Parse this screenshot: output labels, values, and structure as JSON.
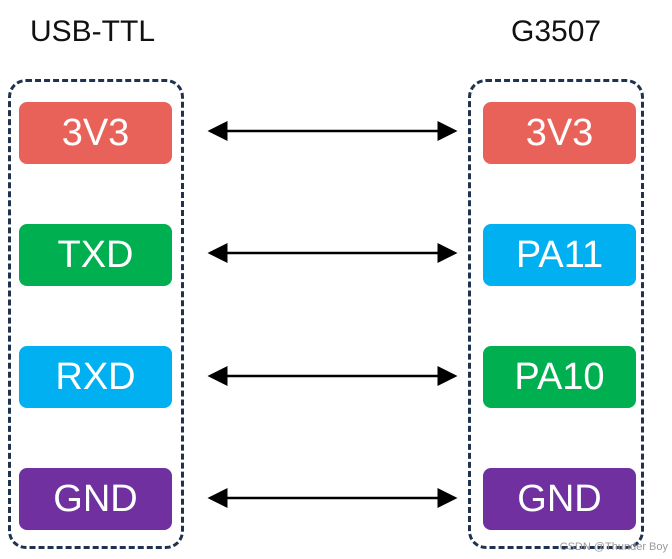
{
  "left_header": "USB-TTL",
  "right_header": "G3507",
  "left_pins": [
    {
      "label": "3V3",
      "color": "#e8625a"
    },
    {
      "label": "TXD",
      "color": "#00b050"
    },
    {
      "label": "RXD",
      "color": "#00b0f0"
    },
    {
      "label": "GND",
      "color": "#7030a0"
    }
  ],
  "right_pins": [
    {
      "label": "3V3",
      "color": "#e8625a"
    },
    {
      "label": "PA11",
      "color": "#00b0f0"
    },
    {
      "label": "PA10",
      "color": "#00b050"
    },
    {
      "label": "GND",
      "color": "#7030a0"
    }
  ],
  "connections": [
    {
      "from": "3V3",
      "to": "3V3",
      "arrow": "double-headed"
    },
    {
      "from": "TXD",
      "to": "PA11",
      "arrow": "double-headed"
    },
    {
      "from": "RXD",
      "to": "PA10",
      "arrow": "double-headed"
    },
    {
      "from": "GND",
      "to": "GND",
      "arrow": "double-headed"
    }
  ],
  "watermark": "CSDN @Thunder Boy"
}
